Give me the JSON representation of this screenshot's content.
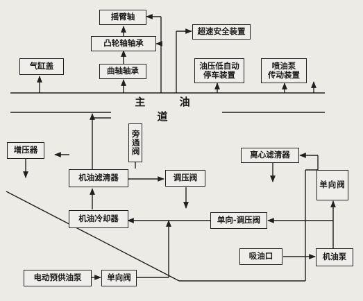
{
  "main_channel": "主  油  道",
  "boxes": {
    "rocker_shaft": "摇臂轴",
    "cam_bearing": "凸轮轴轴承",
    "crank_bearing": "曲轴轴承",
    "cylinder_head": "气缸盖",
    "overspeed_safety": "超速安全装置",
    "low_pressure_stop_l1": "油压低自动",
    "low_pressure_stop_l2": "停车装置",
    "jet_pump_drive_l1": "喷油泵",
    "jet_pump_drive_l2": "传动装置",
    "turbocharger": "增压器",
    "oil_filter": "机油滤清器",
    "bypass_valve": "旁通阀",
    "pressure_regulator": "调压阀",
    "centrifugal_filter": "离心滤清器",
    "check_valve_right": "单向阀",
    "oil_cooler": "机油冷却器",
    "check_pressure_valve": "单向-调压阀",
    "oil_inlet": "吸油口",
    "oil_pump": "机油泵",
    "electric_prelube_pump": "电动预供油泵",
    "check_valve_bottom": "单向阀"
  }
}
